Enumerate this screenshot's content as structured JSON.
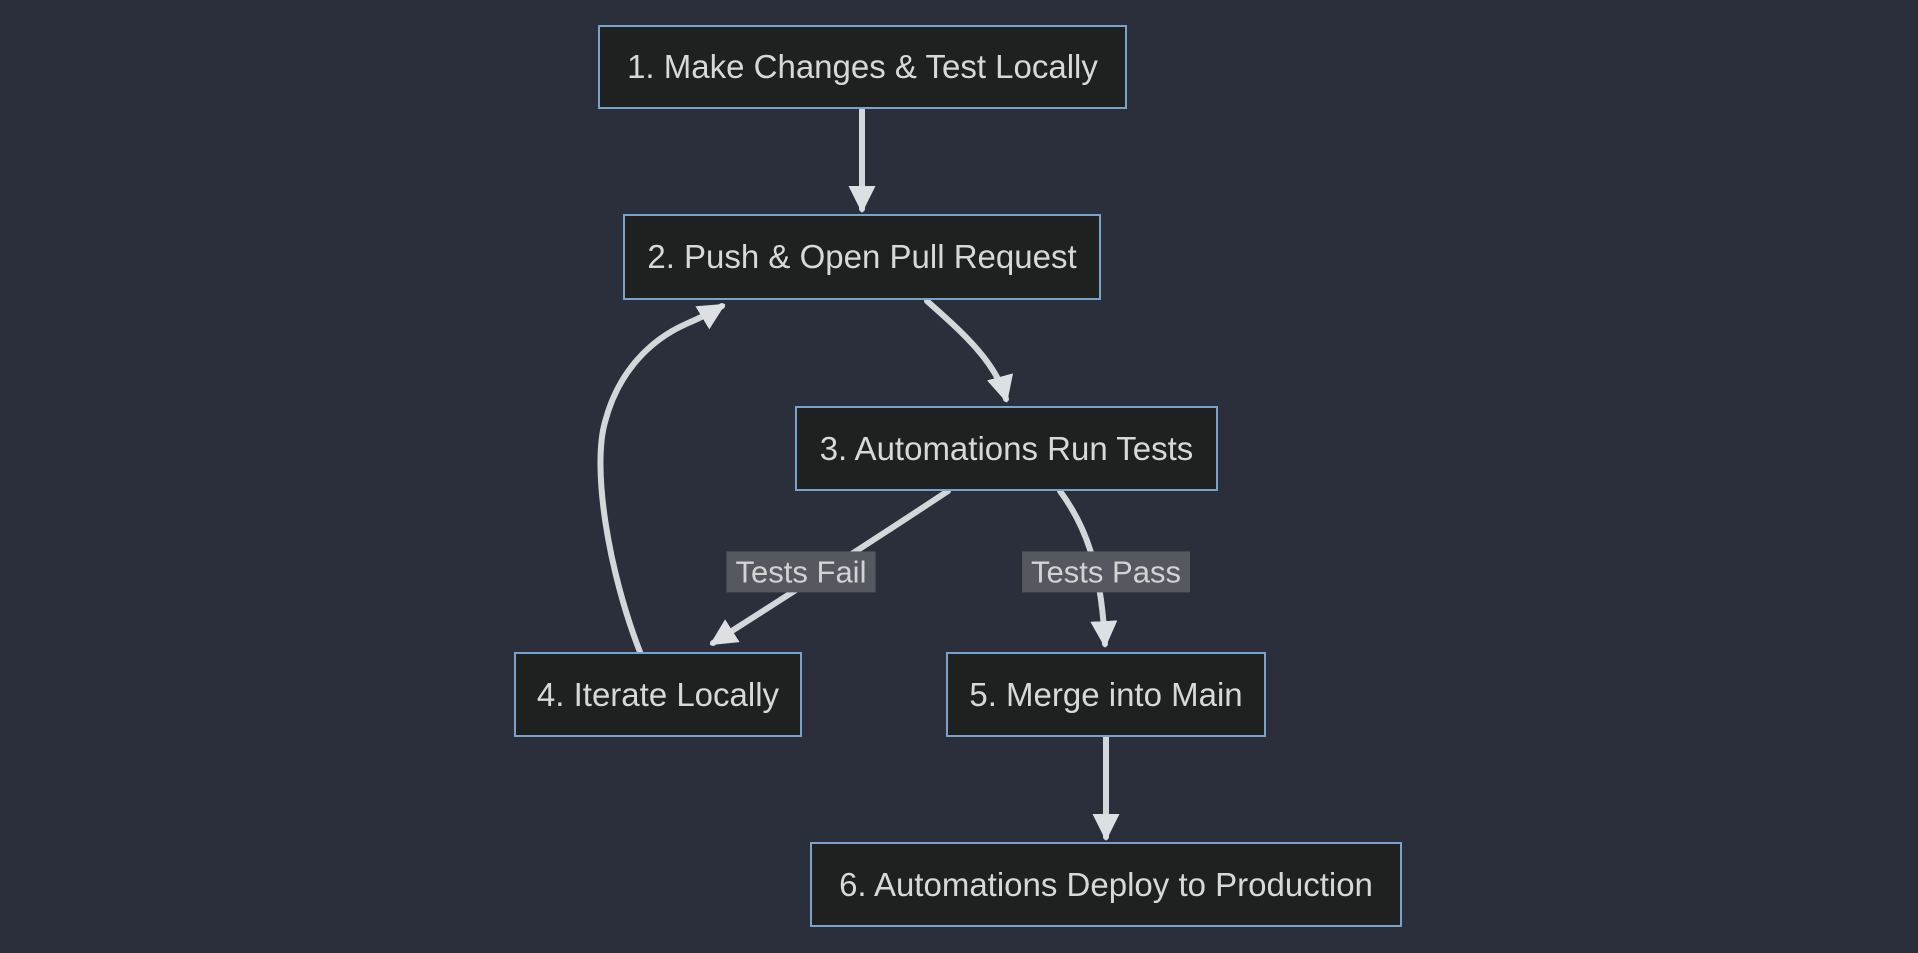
{
  "diagram": {
    "type": "flowchart",
    "direction": "top-down",
    "colors": {
      "background": "#2a2f3b",
      "node_fill": "#1f2020",
      "node_border": "#7aa3c9",
      "node_text": "#d8d8d8",
      "edge_line": "#d4d7da",
      "arrowhead": "#dde0e2",
      "edge_label_bg": "#55585e",
      "edge_label_text": "#d2d3d5"
    },
    "nodes": [
      {
        "id": "1",
        "label": "1. Make Changes & Test Locally"
      },
      {
        "id": "2",
        "label": "2. Push & Open Pull Request"
      },
      {
        "id": "3",
        "label": "3. Automations Run Tests"
      },
      {
        "id": "4",
        "label": "4. Iterate Locally"
      },
      {
        "id": "5",
        "label": "5. Merge into Main"
      },
      {
        "id": "6",
        "label": "6. Automations Deploy to Production"
      }
    ],
    "edges": [
      {
        "from": "1",
        "to": "2",
        "label": ""
      },
      {
        "from": "2",
        "to": "3",
        "label": ""
      },
      {
        "from": "3",
        "to": "4",
        "label": "Tests Fail"
      },
      {
        "from": "3",
        "to": "5",
        "label": "Tests Pass"
      },
      {
        "from": "4",
        "to": "2",
        "label": ""
      },
      {
        "from": "5",
        "to": "6",
        "label": ""
      }
    ]
  }
}
